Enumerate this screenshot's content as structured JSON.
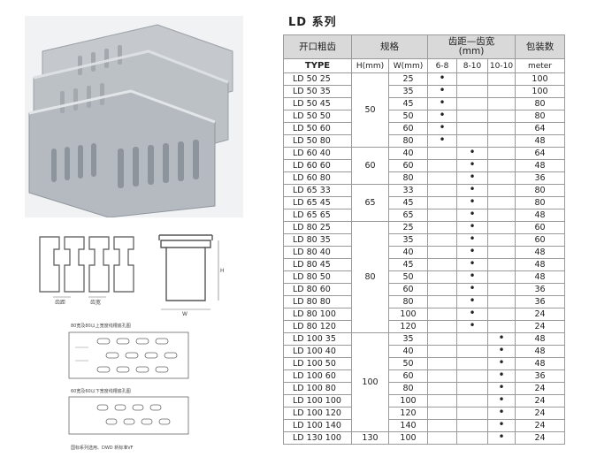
{
  "series_title": "LD 系列",
  "headers": {
    "opening": "开口粗齿",
    "spec": "规格",
    "pitch": "齿距—齿宽",
    "pitch_unit": "(mm)",
    "packing": "包装数",
    "type": "TYPE",
    "h": "H(mm)",
    "w": "W(mm)",
    "c1": "6-8",
    "c2": "8-10",
    "c3": "10-10",
    "meter": "meter"
  },
  "dot_symbol": "•",
  "groups": [
    {
      "h": "50",
      "rows": [
        {
          "type": "LD 50 25",
          "w": "25",
          "pitch": 1,
          "pack": "100"
        },
        {
          "type": "LD 50 35",
          "w": "35",
          "pitch": 1,
          "pack": "100"
        },
        {
          "type": "LD 50 45",
          "w": "45",
          "pitch": 1,
          "pack": "80"
        },
        {
          "type": "LD 50 50",
          "w": "50",
          "pitch": 1,
          "pack": "80"
        },
        {
          "type": "LD 50 60",
          "w": "60",
          "pitch": 1,
          "pack": "64"
        },
        {
          "type": "LD 50 80",
          "w": "80",
          "pitch": 1,
          "pack": "48"
        }
      ]
    },
    {
      "h": "60",
      "rows": [
        {
          "type": "LD 60 40",
          "w": "40",
          "pitch": 2,
          "pack": "64"
        },
        {
          "type": "LD 60 60",
          "w": "60",
          "pitch": 2,
          "pack": "48"
        },
        {
          "type": "LD 60 80",
          "w": "80",
          "pitch": 2,
          "pack": "36"
        }
      ]
    },
    {
      "h": "65",
      "rows": [
        {
          "type": "LD 65 33",
          "w": "33",
          "pitch": 2,
          "pack": "80"
        },
        {
          "type": "LD 65 45",
          "w": "45",
          "pitch": 2,
          "pack": "80"
        },
        {
          "type": "LD 65 65",
          "w": "65",
          "pitch": 2,
          "pack": "48"
        }
      ]
    },
    {
      "h": "80",
      "rows": [
        {
          "type": "LD 80 25",
          "w": "25",
          "pitch": 2,
          "pack": "60"
        },
        {
          "type": "LD 80 35",
          "w": "35",
          "pitch": 2,
          "pack": "60"
        },
        {
          "type": "LD 80 40",
          "w": "40",
          "pitch": 2,
          "pack": "48"
        },
        {
          "type": "LD 80 45",
          "w": "45",
          "pitch": 2,
          "pack": "48"
        },
        {
          "type": "LD 80 50",
          "w": "50",
          "pitch": 2,
          "pack": "48"
        },
        {
          "type": "LD 80 60",
          "w": "60",
          "pitch": 2,
          "pack": "36"
        },
        {
          "type": "LD 80 80",
          "w": "80",
          "pitch": 2,
          "pack": "36"
        },
        {
          "type": "LD 80 100",
          "w": "100",
          "pitch": 2,
          "pack": "24"
        },
        {
          "type": "LD 80 120",
          "w": "120",
          "pitch": 2,
          "pack": "24"
        }
      ]
    },
    {
      "h": "100",
      "rows": [
        {
          "type": "LD 100 35",
          "w": "35",
          "pitch": 3,
          "pack": "48"
        },
        {
          "type": "LD 100 40",
          "w": "40",
          "pitch": 3,
          "pack": "48"
        },
        {
          "type": "LD 100 50",
          "w": "50",
          "pitch": 3,
          "pack": "48"
        },
        {
          "type": "LD 100 60",
          "w": "60",
          "pitch": 3,
          "pack": "36"
        },
        {
          "type": "LD 100 80",
          "w": "80",
          "pitch": 3,
          "pack": "24"
        },
        {
          "type": "LD 100 100",
          "w": "100",
          "pitch": 3,
          "pack": "24"
        },
        {
          "type": "LD 100 120",
          "w": "120",
          "pitch": 3,
          "pack": "24"
        },
        {
          "type": "LD 100 140",
          "w": "140",
          "pitch": 3,
          "pack": "24"
        }
      ]
    },
    {
      "h": "130",
      "rows": [
        {
          "type": "LD 130 100",
          "w": "100",
          "pitch": 3,
          "pack": "24"
        }
      ]
    }
  ],
  "drawing_labels": {
    "tooth_pitch": "齿距",
    "tooth_width": "齿宽",
    "h_mark": "H",
    "w_mark": "W",
    "hole_note_1": "80宽及80以上宽度线槽底孔图",
    "hole_note_2": "60宽及60以下宽度线槽底孔图",
    "std_note": "国标系列选用、DWD 新标准VF"
  }
}
